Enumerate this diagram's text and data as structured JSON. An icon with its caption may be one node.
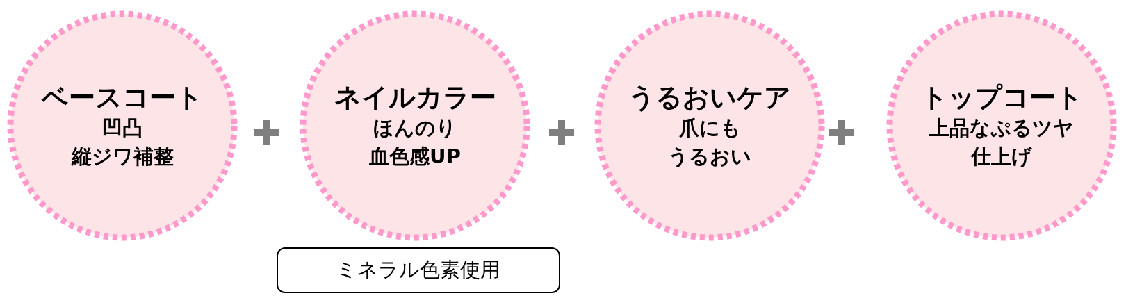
{
  "diagram": {
    "nodes": [
      {
        "text": [
          "ベースコート",
          "凹凸縦ジワ補整"
        ]
      },
      {
        "text": [
          "ネイルカラー",
          "ほんのり血色感UP"
        ]
      },
      {
        "text": [
          "うるおいケア",
          "爪にもうるおい"
        ]
      },
      {
        "text": [
          "トップコート",
          "上品なぷるツヤ仕上げ"
        ]
      },
      {
        "text": [
          "ミネラル色素使用"
        ]
      }
    ]
  }
}
